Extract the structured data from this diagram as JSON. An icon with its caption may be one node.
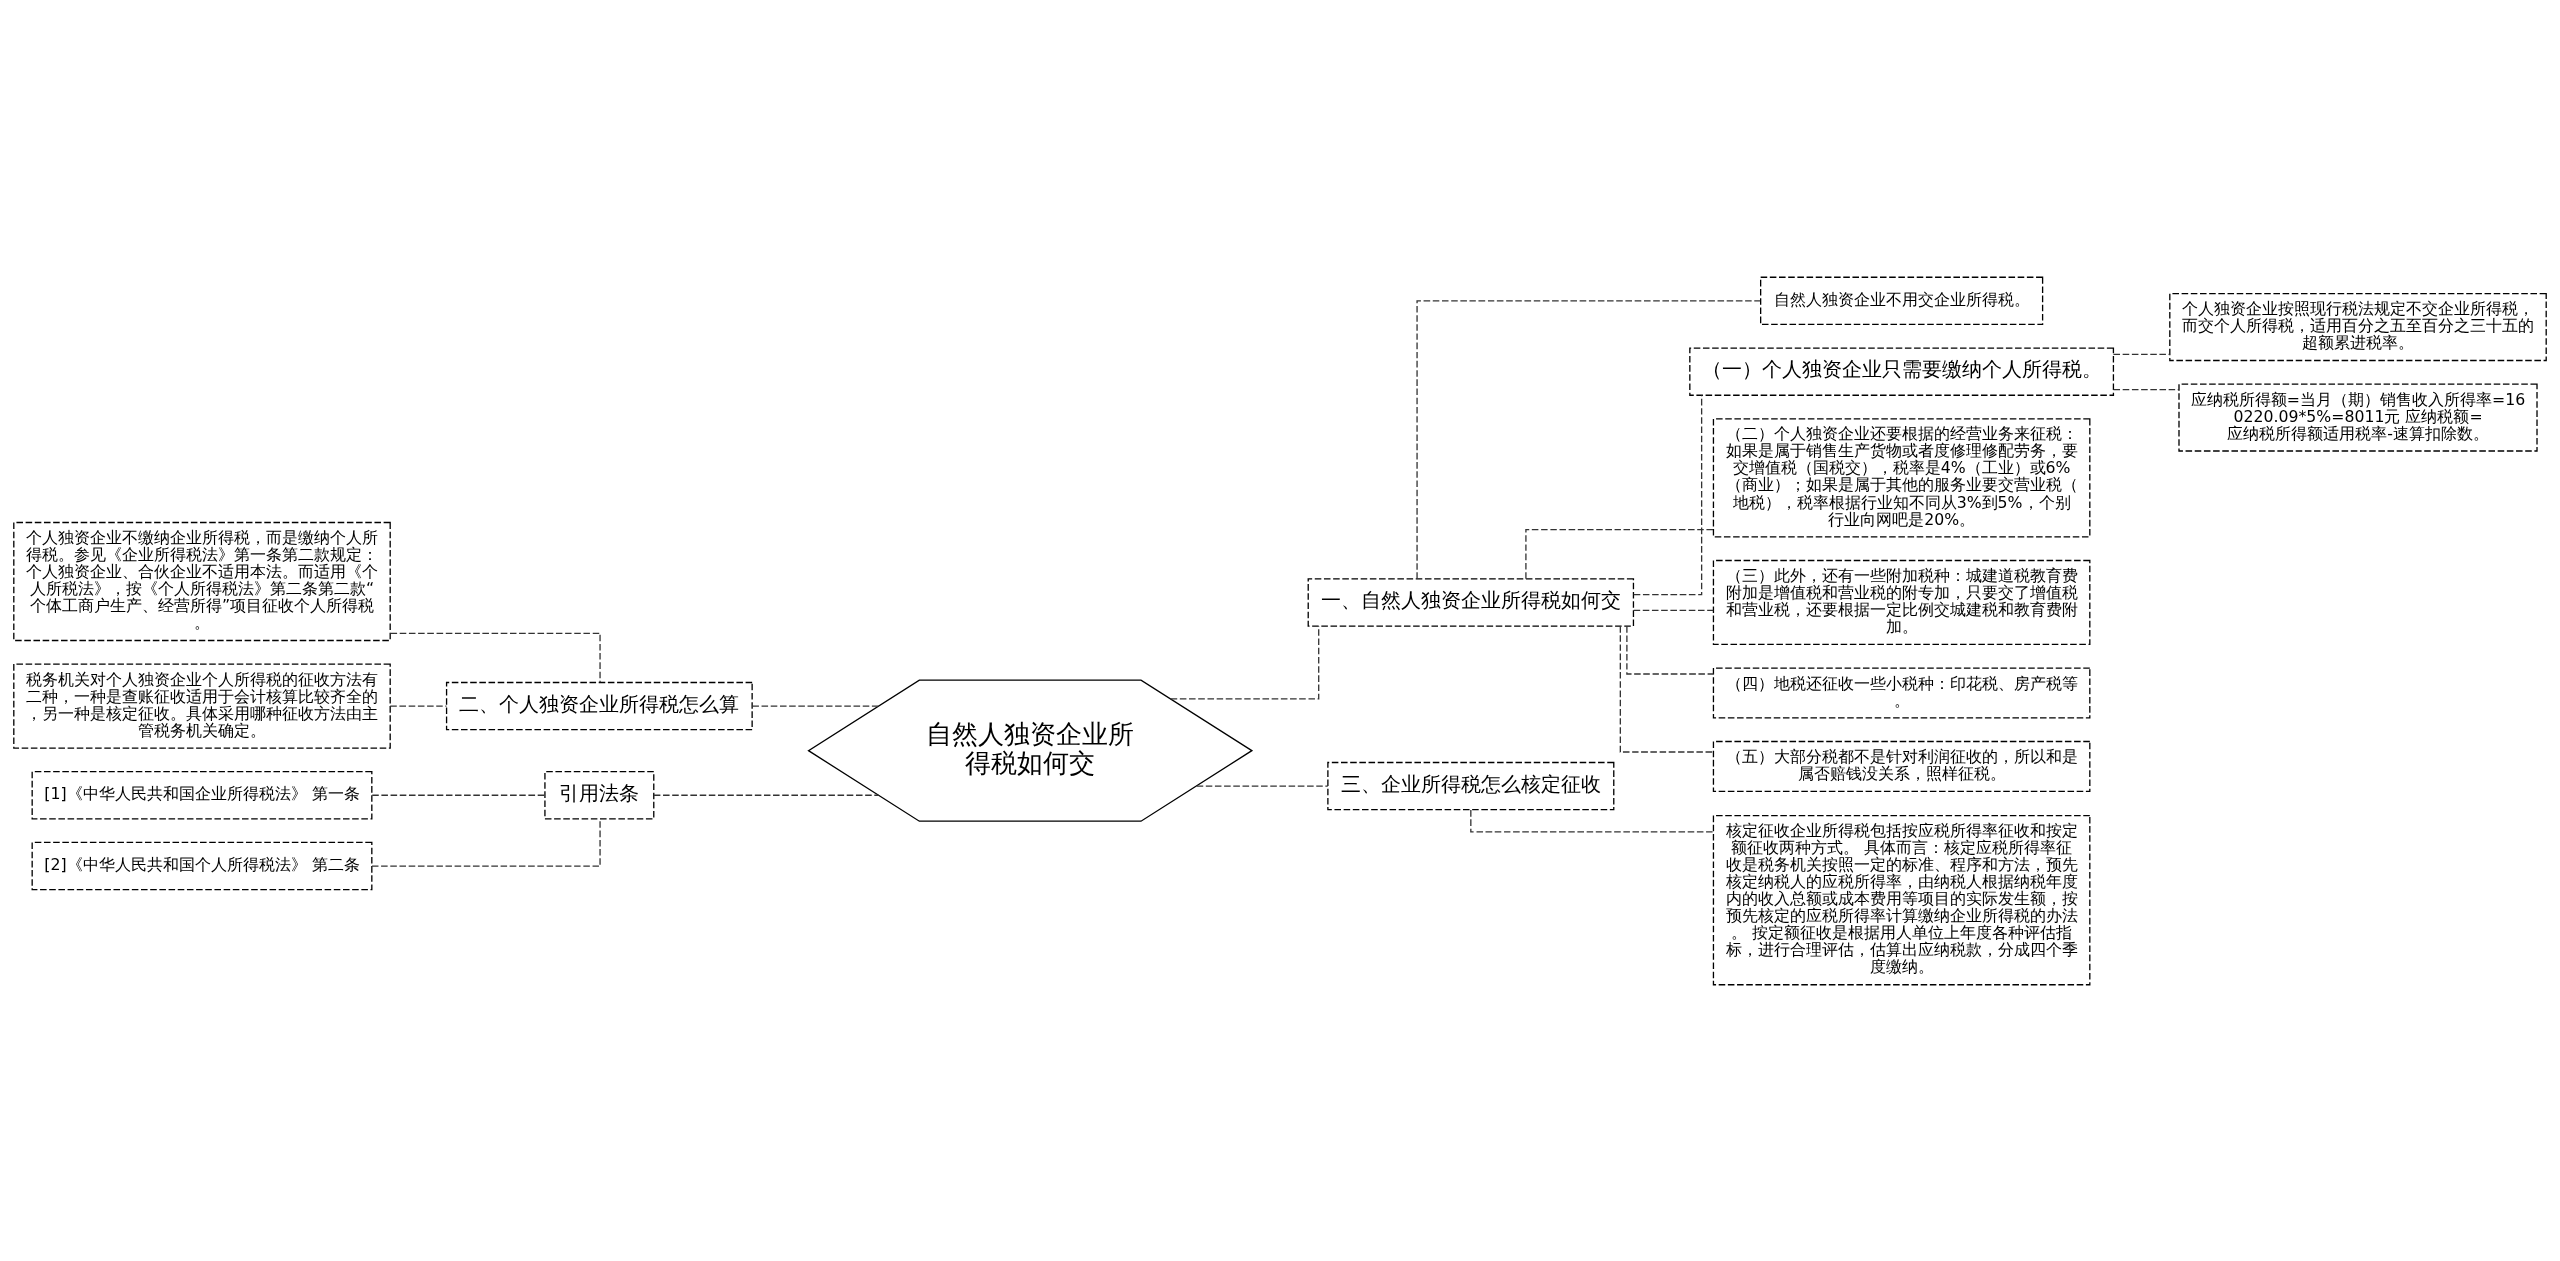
{
  "diagram": {
    "nodes": [
      {
        "text": [
          "自然人独资企业所得税如何交"
        ]
      },
      {
        "text": [
          "二、个人独资企业所得税怎么算"
        ]
      },
      {
        "text": [
          "个人独资企业不缴纳企业所得税，而是缴纳个人所得税。参见《企业所得税法》第一条第二款规定：个人独资企业、合伙企业不适用本法。而适用《个人所税法》，按《个人所得税法》第二条第二款“个体工商户生产、经营所得”项目征收个人所得税。"
        ]
      },
      {
        "text": [
          "税务机关对个人独资企业个人所得税的征收方法有二种，一种是查账征收适用于会计核算比较齐全的，另一种是核定征收。具体采用哪种征收方法由主管税务机关确定。"
        ]
      },
      {
        "text": [
          "引用法条"
        ]
      },
      {
        "text": [
          "[1]《中华人民共和国企业所得税法》 第一条"
        ]
      },
      {
        "text": [
          "[2]《中华人民共和国个人所得税法》 第二条"
        ]
      },
      {
        "text": [
          "一、自然人独资企业所得税如何交"
        ]
      },
      {
        "text": [
          "自然人独资企业不用交企业所得税。"
        ]
      },
      {
        "text": [
          "（一）个人独资企业只需要缴纳个人所得税。"
        ]
      },
      {
        "text": [
          "个人独资企业按照现行税法规定不交企业所得税，而交个人所得税，适用百分之五至百分之三十五的超额累进税率。"
        ]
      },
      {
        "text": [
          "应纳税所得额=当月（期）销售收入所得率=160220.09*5%=8011元 应纳税额=应纳税所得额适用税率-速算扣除数。"
        ]
      },
      {
        "text": [
          "（二）个人独资企业还要根据的经营业务来征税：如果是属于销售生产货物或者度修理修配劳务，要交增值税（国税交），税率是4%（工业）或6%（商业）；如果是属于其他的服务业要交营业税（地税），税率根据行业知不同从3%到5%，个别行业向网吧是20%。"
        ]
      },
      {
        "text": [
          "（三）此外，还有一些附加税种：城建道税教育费附加是增值税和营业税的附专加，只要交了增值税和营业税，还要根据一定比例交城建税和教育费附加。"
        ]
      },
      {
        "text": [
          "（四）地税还征收一些小税种：印花税、房产税等。"
        ]
      },
      {
        "text": [
          "（五）大部分税都不是针对利润征收的，所以和是属否赔钱没关系，照样征税。"
        ]
      },
      {
        "text": [
          "三、企业所得税怎么核定征收"
        ]
      },
      {
        "text": [
          "核定征收企业所得税包括按应税所得率征收和按定额征收两种方式。 具体而言：核定应税所得率征收是税务机关按照一定的标准、程序和方法，预先核定纳税人的应税所得率，由纳税人根据纳税年度内的收入总额或成本费用等项目的实际发生额，按预先核定的应税所得率计算缴纳企业所得税的办法。 按定额征收是根据用人单位上年度各种评估指标，进行合理评估，估算出应纳税款，分成四个季度缴纳。"
        ]
      }
    ],
    "edges": [
      {
        "from": 0,
        "to": 1,
        "arrow": "none",
        "style": "dashed"
      },
      {
        "from": 1,
        "to": 2,
        "arrow": "none",
        "style": "dashed"
      },
      {
        "from": 1,
        "to": 3,
        "arrow": "none",
        "style": "dashed"
      },
      {
        "from": 0,
        "to": 4,
        "arrow": "none",
        "style": "dashed"
      },
      {
        "from": 4,
        "to": 5,
        "arrow": "none",
        "style": "dashed"
      },
      {
        "from": 4,
        "to": 6,
        "arrow": "none",
        "style": "dashed"
      },
      {
        "from": 0,
        "to": 7,
        "arrow": "none",
        "style": "dashed"
      },
      {
        "from": 7,
        "to": 8,
        "arrow": "none",
        "style": "dashed"
      },
      {
        "from": 7,
        "to": 9,
        "arrow": "none",
        "style": "dashed"
      },
      {
        "from": 9,
        "to": 10,
        "arrow": "none",
        "style": "dashed"
      },
      {
        "from": 9,
        "to": 11,
        "arrow": "none",
        "style": "dashed"
      },
      {
        "from": 7,
        "to": 12,
        "arrow": "none",
        "style": "dashed"
      },
      {
        "from": 7,
        "to": 13,
        "arrow": "none",
        "style": "dashed"
      },
      {
        "from": 7,
        "to": 14,
        "arrow": "none",
        "style": "dashed"
      },
      {
        "from": 7,
        "to": 15,
        "arrow": "none",
        "style": "dashed"
      },
      {
        "from": 0,
        "to": 16,
        "arrow": "none",
        "style": "dashed"
      },
      {
        "from": 16,
        "to": 17,
        "arrow": "none",
        "style": "dashed"
      }
    ]
  }
}
